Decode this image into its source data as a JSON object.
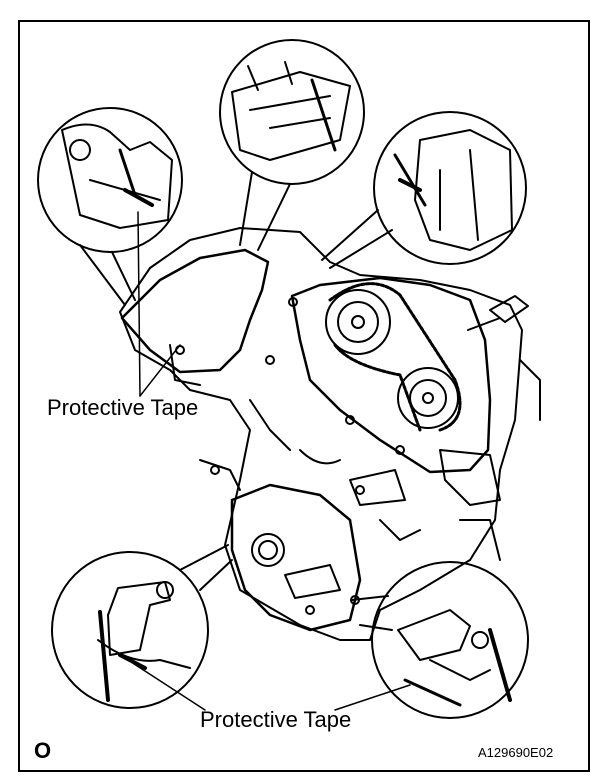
{
  "labels": {
    "protective_tape_upper": "Protective Tape",
    "protective_tape_lower": "Protective Tape"
  },
  "corner_mark": "O",
  "figure_id": "A129690E02",
  "colors": {
    "line": "#000000",
    "background": "#ffffff"
  }
}
